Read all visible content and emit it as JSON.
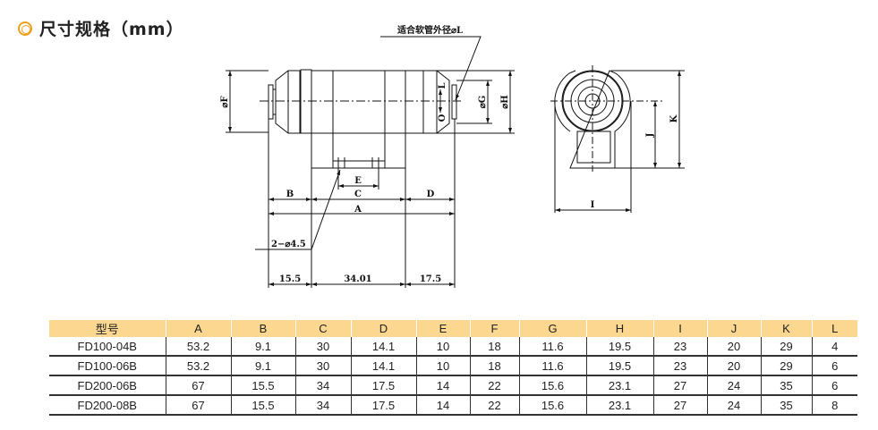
{
  "title": "尺寸规格（mm）",
  "drawing": {
    "hose_label": "适合软管外径⌀L",
    "dims": {
      "F": "⌀F",
      "G": "⌀G",
      "H": "⌀H",
      "L": "L",
      "O": "O",
      "E": "E",
      "B": "B",
      "C": "C",
      "D": "D",
      "A": "A",
      "I": "I",
      "J": "J",
      "K": "K",
      "holes": "2−⌀4.5",
      "d1": "15.5",
      "d2": "34.01",
      "d3": "17.5"
    }
  },
  "table": {
    "headers": [
      "型号",
      "A",
      "B",
      "C",
      "D",
      "E",
      "F",
      "G",
      "H",
      "I",
      "J",
      "K",
      "L"
    ],
    "rows": [
      [
        "FD100-04B",
        "53.2",
        "9.1",
        "30",
        "14.1",
        "10",
        "18",
        "11.6",
        "19.5",
        "23",
        "20",
        "29",
        "4"
      ],
      [
        "FD100-06B",
        "53.2",
        "9.1",
        "30",
        "14.1",
        "10",
        "18",
        "11.6",
        "19.5",
        "23",
        "20",
        "29",
        "6"
      ],
      [
        "FD200-06B",
        "67",
        "15.5",
        "34",
        "17.5",
        "14",
        "22",
        "15.6",
        "23.1",
        "27",
        "24",
        "35",
        "6"
      ],
      [
        "FD200-08B",
        "67",
        "15.5",
        "34",
        "17.5",
        "14",
        "22",
        "15.6",
        "23.1",
        "27",
        "24",
        "35",
        "8"
      ]
    ]
  },
  "colors": {
    "accent": "#f0a020",
    "header_bg": "#fbd78f"
  }
}
